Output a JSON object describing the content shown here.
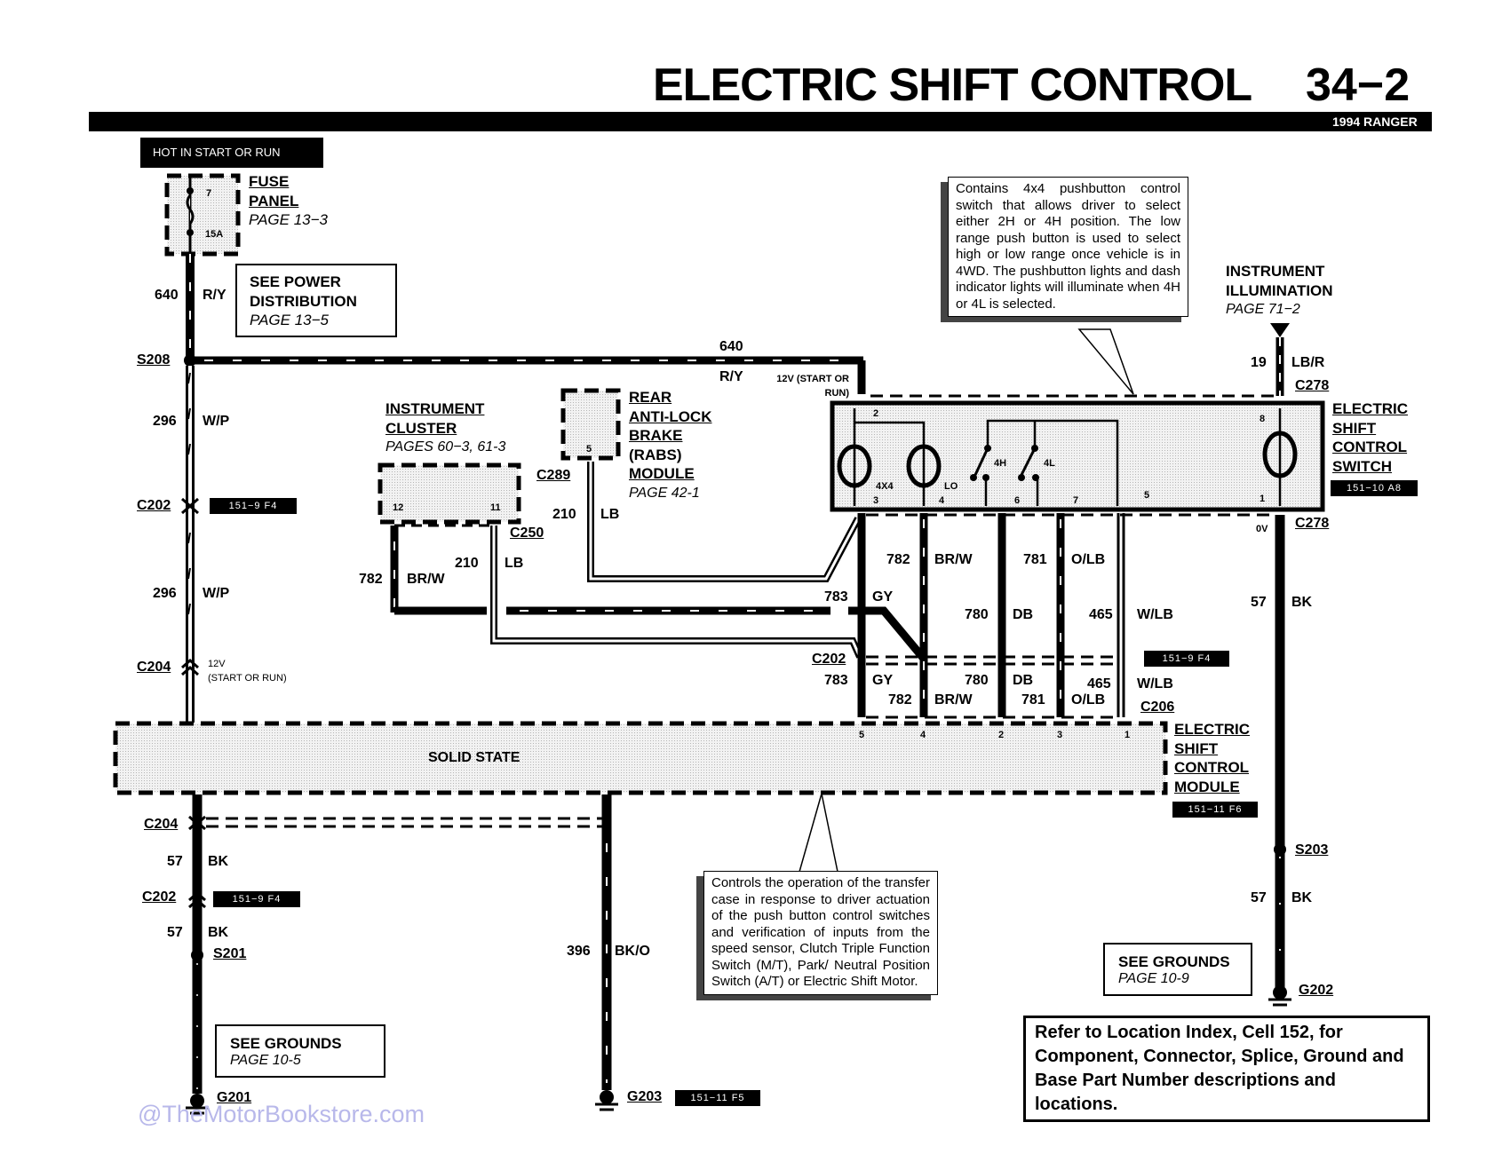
{
  "header": {
    "title": "ELECTRIC SHIFT CONTROL",
    "page_number": "34−2",
    "vehicle": "1994 RANGER"
  },
  "power_source": {
    "hot_label": "HOT IN START OR RUN",
    "fuse_panel": {
      "name_line1": "FUSE",
      "name_line2": "PANEL",
      "page": "PAGE 13−3",
      "fuse_number": "7",
      "fuse_rating": "15A"
    },
    "see_power": {
      "line1": "SEE POWER",
      "line2": "DISTRIBUTION",
      "page": "PAGE 13−5"
    }
  },
  "wires": {
    "w640_left": {
      "circuit": "640",
      "color": "R/Y"
    },
    "w640_top": {
      "circuit": "640",
      "color": "R/Y",
      "note": "12V (START OR RUN)"
    },
    "w296_upper": {
      "circuit": "296",
      "color": "W/P"
    },
    "w296_lower": {
      "circuit": "296",
      "color": "W/P"
    },
    "c204_note": {
      "line1": "12V",
      "line2": "(START OR RUN)"
    },
    "w782_left": {
      "circuit": "782",
      "color": "BR/W"
    },
    "w210_left": {
      "circuit": "210",
      "color": "LB"
    },
    "w210_rabs": {
      "circuit": "210",
      "color": "LB"
    },
    "w783": {
      "circuit": "783",
      "color": "GY"
    },
    "w782_right": {
      "circuit": "782",
      "color": "BR/W"
    },
    "w780": {
      "circuit": "780",
      "color": "DB"
    },
    "w781": {
      "circuit": "781",
      "color": "O/LB"
    },
    "w465": {
      "circuit": "465",
      "color": "W/LB"
    },
    "w19": {
      "circuit": "19",
      "color": "LB/R"
    },
    "w57_right_upper": {
      "circuit": "57",
      "color": "BK"
    },
    "w57_right_lower": {
      "circuit": "57",
      "color": "BK"
    },
    "w57_left_upper": {
      "circuit": "57",
      "color": "BK"
    },
    "w57_left_lower": {
      "circuit": "57",
      "color": "BK"
    },
    "w396": {
      "circuit": "396",
      "color": "BK/O"
    },
    "lower_783": {
      "circuit": "783",
      "color": "GY"
    },
    "lower_782": {
      "circuit": "782",
      "color": "BR/W"
    },
    "lower_780": {
      "circuit": "780",
      "color": "DB"
    },
    "lower_781": {
      "circuit": "781",
      "color": "O/LB"
    },
    "lower_465": {
      "circuit": "465",
      "color": "W/LB"
    },
    "zero_volt": "0V"
  },
  "connectors": {
    "s208": "S208",
    "c202_left": "C202",
    "c204_left": "C204",
    "c250": "C250",
    "c289": "C289",
    "c278_top": "C278",
    "c278_bottom": "C278",
    "c202_right": "C202",
    "c206": "C206",
    "c204_lower": "C204",
    "c202_lower": "C202",
    "s201": "S201",
    "g201": "G201",
    "g203": "G203",
    "s203": "S203",
    "g202": "G202"
  },
  "refs": {
    "c202_left": "151−9  F4",
    "switch": "151−10  A8",
    "c202_right": "151−9  F4",
    "module": "151−11  F6",
    "c202_lower": "151−9  F4",
    "g203": "151−11  F5"
  },
  "components": {
    "instrument_cluster": {
      "line1": "INSTRUMENT",
      "line2": "CLUSTER",
      "page": "PAGES 60−3, 61-3",
      "pin_a": "12",
      "pin_b": "11"
    },
    "rabs": {
      "line1": "REAR",
      "line2": "ANTI-LOCK",
      "line3": "BRAKE",
      "line4": "(RABS)",
      "line5": "MODULE",
      "page": "PAGE 42-1",
      "pin": "5"
    },
    "instrument_illumination": {
      "line1": "INSTRUMENT",
      "line2": "ILLUMINATION",
      "page": "PAGE 71−2"
    },
    "switch": {
      "line1": "ELECTRIC",
      "line2": "SHIFT",
      "line3": "CONTROL",
      "line4": "SWITCH",
      "pins": {
        "p2": "2",
        "p3": "3",
        "p4": "4",
        "p6": "6",
        "p7": "7",
        "p5": "5",
        "p8": "8",
        "p1": "1"
      },
      "lamp_4x4": "4X4",
      "lamp_lo": "LO",
      "sw_4h": "4H",
      "sw_4l": "4L"
    },
    "module": {
      "line1": "ELECTRIC",
      "line2": "SHIFT",
      "line3": "CONTROL",
      "line4": "MODULE",
      "body": "SOLID STATE",
      "pins": {
        "p5": "5",
        "p4": "4",
        "p2": "2",
        "p3": "3",
        "p1": "1"
      }
    }
  },
  "callouts": {
    "switch_desc": "Contains 4x4 pushbutton control switch that allows driver to select either 2H or 4H position. The low range push button is used to select high or low range once vehicle is in 4WD. The pushbutton lights and dash indicator lights will illuminate when 4H or 4L is selected.",
    "module_desc": "Controls the operation of the transfer case in response to driver actuation of the push button control switches and verification of inputs from the speed sensor, Clutch Triple Function Switch (M/T), Park/ Neutral Position Switch (A/T) or Electric Shift Motor."
  },
  "grounds": {
    "left": {
      "line1": "SEE GROUNDS",
      "page": "PAGE 10-5"
    },
    "right": {
      "line1": "SEE GROUNDS",
      "page": "PAGE 10-9"
    }
  },
  "location_note": "Refer to Location Index, Cell 152, for Component, Connector, Splice, Ground and Base Part Number descriptions and locations.",
  "watermark": "@TheMotorBookstore.com"
}
